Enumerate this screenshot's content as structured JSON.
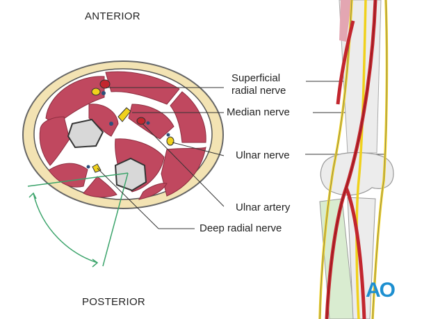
{
  "orientation": {
    "top": "ANTERIOR",
    "bottom": "POSTERIOR"
  },
  "labels": {
    "superficial_radial_nerve_line1": "Superficial",
    "superficial_radial_nerve_line2": "radial nerve",
    "median_nerve": "Median nerve",
    "ulnar_nerve": "Ulnar nerve",
    "ulnar_artery": "Ulnar artery",
    "deep_radial_nerve": "Deep radial nerve"
  },
  "logo": "AO",
  "colors": {
    "muscle": "#c0485f",
    "fat": "#f3e3b3",
    "nerve": "#f0d11c",
    "artery": "#c2262e",
    "vein": "#2c4f7a",
    "bone": "#d8d8d8",
    "angle_line": "#3aa36a",
    "logo": "#1d8fd0"
  }
}
